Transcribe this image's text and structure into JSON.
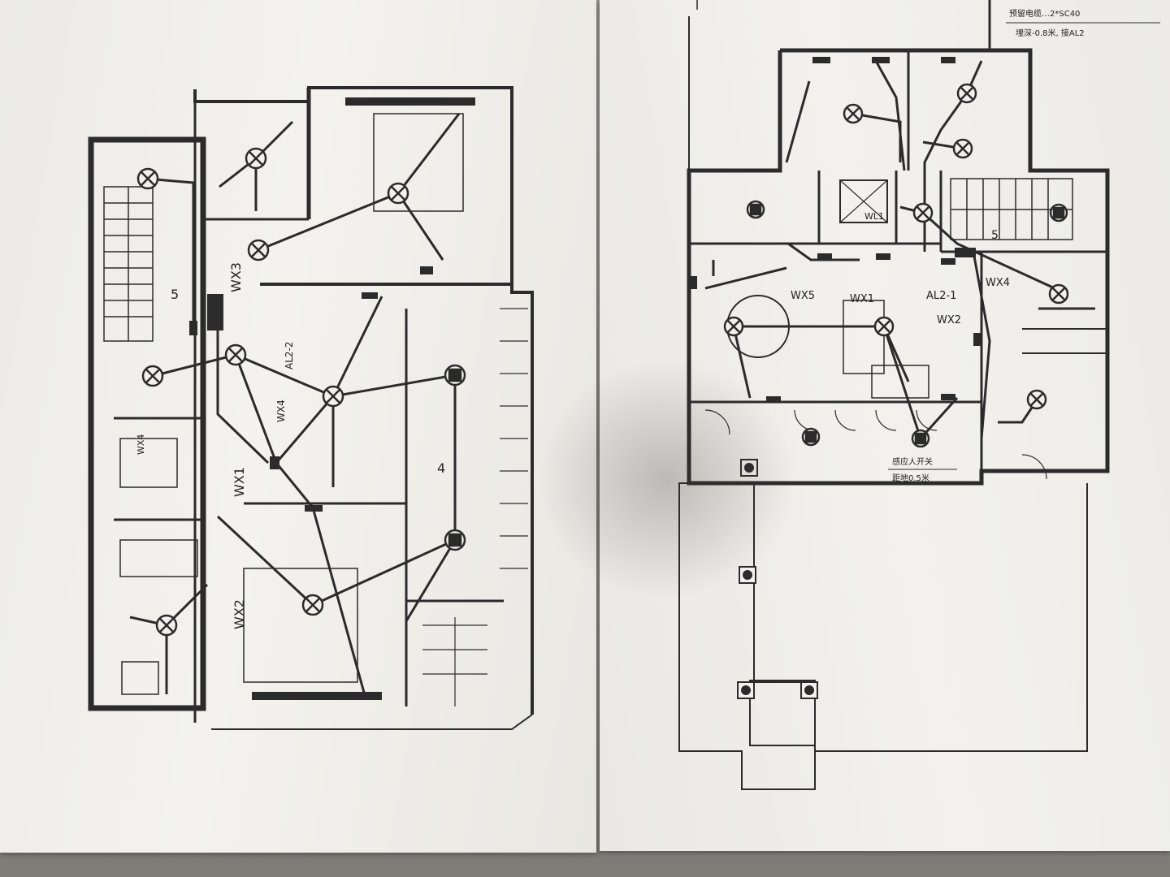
{
  "left_plan": {
    "circuits": {
      "wx1": "WX1",
      "wx2": "WX2",
      "wx3": "WX3",
      "wx4": "WX4",
      "al2_2": "AL2-2",
      "wx_mid": "WX4"
    },
    "dims": {
      "d1": "5",
      "d2": "4"
    }
  },
  "right_plan": {
    "circuits": {
      "wx1": "WX1",
      "wx2": "WX2",
      "wx4": "WX4",
      "wx5": "WX5",
      "al2_1": "AL2-1",
      "wl1": "WL1"
    },
    "dims": {
      "d1": "5"
    },
    "notes": {
      "top_line1": "预留电缆…2*SC40",
      "top_line2": "埋深-0.8米, 接AL2",
      "bottom_line1": "感应人开关",
      "bottom_line2": "距地0.5米"
    }
  },
  "colors": {
    "ink": "#2b2b2b",
    "paper": "#f1f0ec",
    "wall": "#8d8b85"
  }
}
